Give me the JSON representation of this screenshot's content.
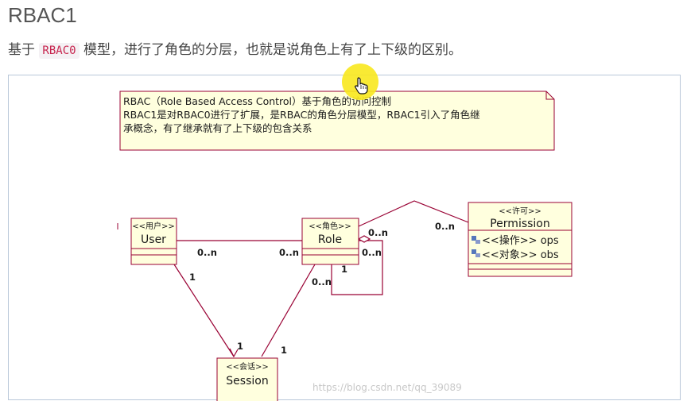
{
  "article": {
    "heading": "RBAC1",
    "intro_before": "基于",
    "intro_code": "RBAC0",
    "intro_after": "模型，进行了角色的分层，也就是说角色上有了上下级的区别。"
  },
  "diagram": {
    "note_lines": [
      "RBAC（Role Based Access Control）基于角色的访问控制",
      "RBAC1是对RBAC0进行了扩展，是RBAC的角色分层模型，RBAC1引入了角色继",
      "承概念，有了继承就有了上下级的包含关系"
    ],
    "classes": {
      "user": {
        "stereotype": "<<用户>>",
        "name": "User"
      },
      "role": {
        "stereotype": "<<角色>>",
        "name": "Role"
      },
      "permission": {
        "stereotype": "<<许可>>",
        "name": "Permission",
        "attributes": [
          "<<操作>> ops",
          "<<对象>> obs"
        ]
      },
      "session": {
        "stereotype": "<<会话>>",
        "name": "Session"
      }
    },
    "multiplicities": {
      "user_role_user_end": "0..n",
      "user_role_role_end": "0..n",
      "role_perm_role_end": "0..n",
      "role_perm_perm_end": "0..n",
      "role_self_end1": "0..n",
      "role_self_end2": "1",
      "role_session_role_end": "0..n",
      "user_session_user_end": "1",
      "user_session_session_end": "1",
      "role_session_session_end": "1"
    },
    "watermark": "https://blog.csdn.net/qq_39089"
  },
  "colors": {
    "note_fill": "#ffffde",
    "class_fill": "#ffffde",
    "line": "#990033",
    "cursor_highlight": "#f8e81e"
  },
  "icons": [
    "hand-pointer-icon",
    "attribute-icon"
  ]
}
